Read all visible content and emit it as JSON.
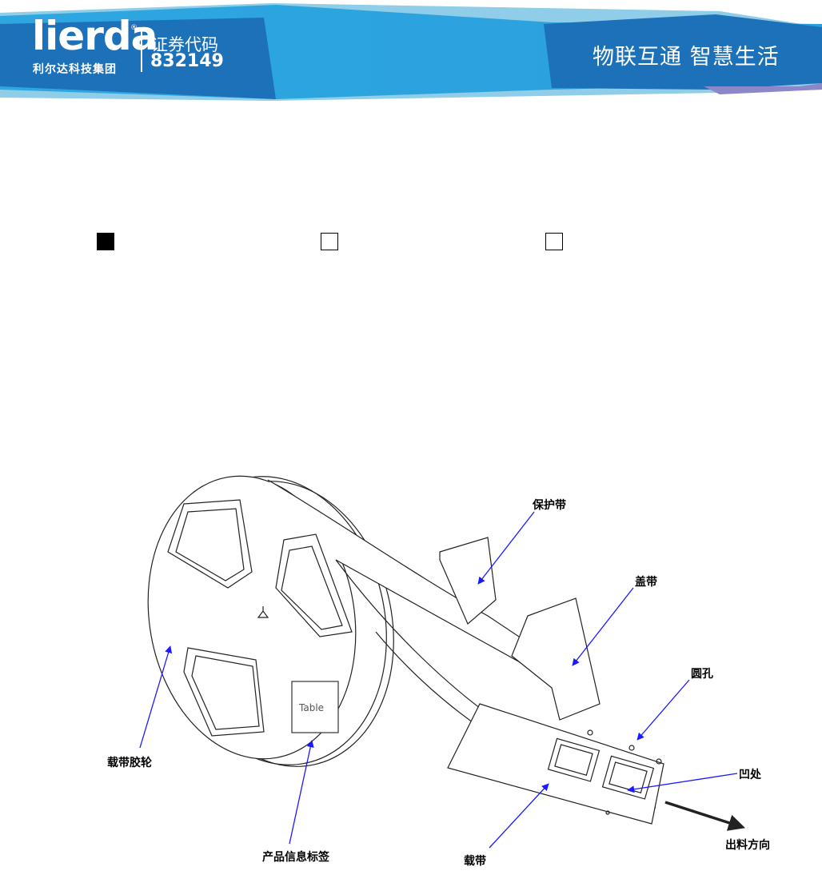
{
  "header": {
    "logo_text": "lierda",
    "logo_registered": "®",
    "company_name": "利尔达科技集团",
    "stock_label": "证券代码",
    "stock_code": "832149",
    "slogan": "物联互通  智慧生活",
    "colors": {
      "banner_dark": "#1d71b8",
      "banner_mid": "#2ea7e0",
      "banner_light": "#8fcde8"
    }
  },
  "checkboxes": [
    {
      "checked": true
    },
    {
      "checked": false
    },
    {
      "checked": false
    }
  ],
  "figure": {
    "reel_label": "Table",
    "labels": {
      "protective_tape": "保护带",
      "cover_tape": "盖带",
      "round_hole": "圆孔",
      "pocket": "凹处",
      "reel": "载带胶轮",
      "product_label": "产品信息标签",
      "carrier_tape": "载带",
      "feed_direction": "出料方向"
    },
    "arrow_color": "#1a1aff"
  }
}
